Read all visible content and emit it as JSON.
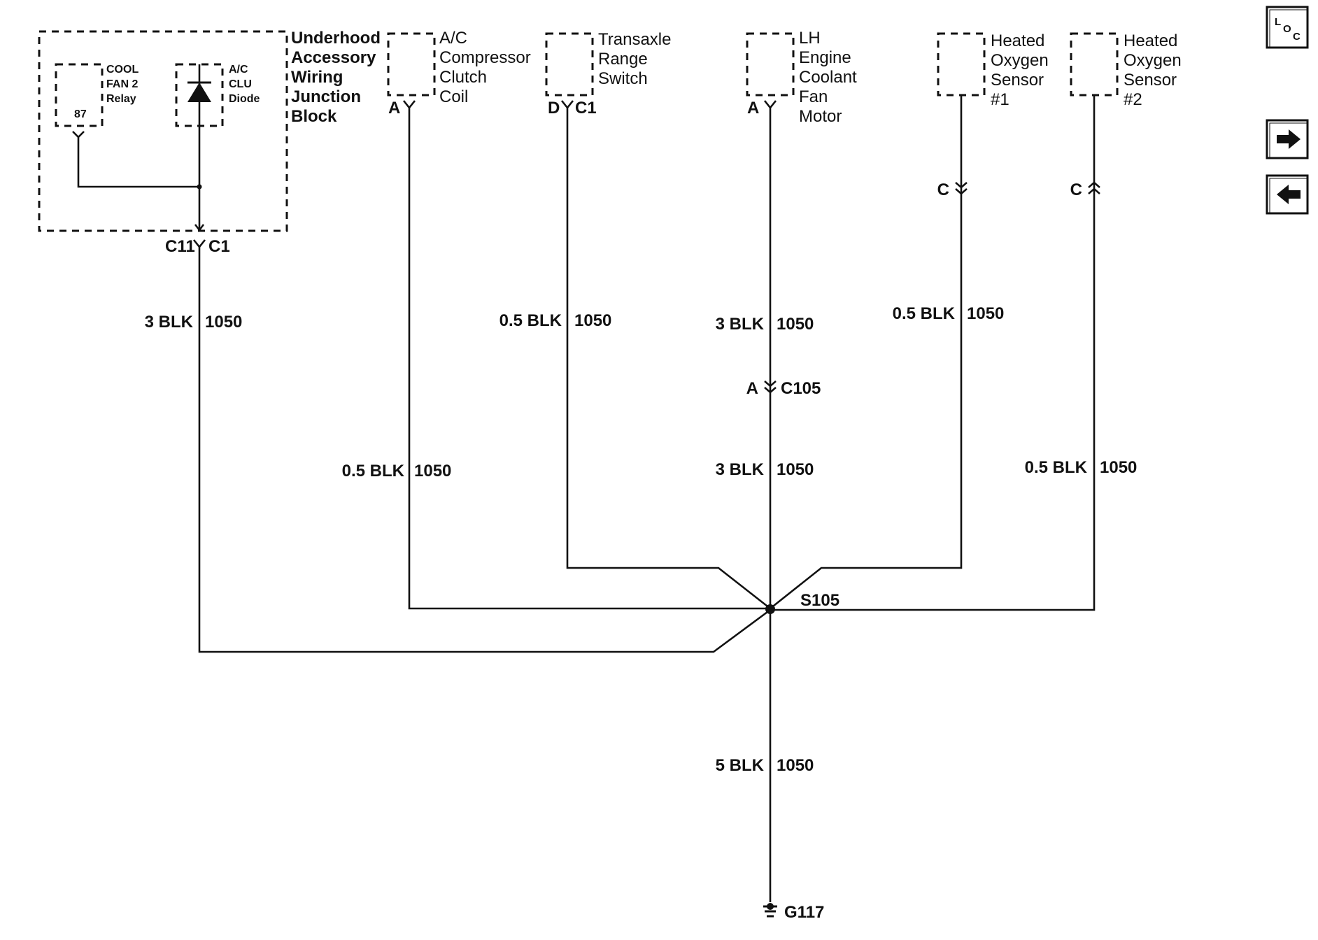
{
  "components": {
    "junction_block": [
      "Underhood",
      "Accessory",
      "Wiring",
      "Junction",
      "Block"
    ],
    "cool_fan_relay": [
      "COOL",
      "FAN 2",
      "Relay"
    ],
    "relay_pin": "87",
    "clu_diode": [
      "A/C",
      "CLU",
      "Diode"
    ],
    "ac_clutch": [
      "A/C",
      "Compressor",
      "Clutch",
      "Coil"
    ],
    "transaxle_switch": [
      "Transaxle",
      "Range",
      "Switch"
    ],
    "fan_motor": [
      "LH",
      "Engine",
      "Coolant",
      "Fan",
      "Motor"
    ],
    "o2_sensor_1": [
      "Heated",
      "Oxygen",
      "Sensor",
      "#1"
    ],
    "o2_sensor_2": [
      "Heated",
      "Oxygen",
      "Sensor",
      "#2"
    ]
  },
  "connectors": {
    "jb_left": "C11",
    "jb_right": "C1",
    "ac_clutch_pin": "A",
    "transaxle_pin": "D",
    "transaxle_conn": "C1",
    "fan_motor_pin": "A",
    "c105_pin": "A",
    "c105": "C105",
    "o2_1_pin": "C",
    "o2_2_pin": "C"
  },
  "wires": {
    "w_jb": {
      "gauge": "3 BLK",
      "circuit": "1050"
    },
    "w_ac_clutch": {
      "gauge": "0.5 BLK",
      "circuit": "1050"
    },
    "w_transaxle": {
      "gauge": "0.5 BLK",
      "circuit": "1050"
    },
    "w_fan_upper": {
      "gauge": "3 BLK",
      "circuit": "1050"
    },
    "w_fan_lower": {
      "gauge": "3 BLK",
      "circuit": "1050"
    },
    "w_o2_1": {
      "gauge": "0.5 BLK",
      "circuit": "1050"
    },
    "w_o2_2": {
      "gauge": "0.5 BLK",
      "circuit": "1050"
    },
    "w_ground": {
      "gauge": "5 BLK",
      "circuit": "1050"
    }
  },
  "splice": "S105",
  "ground": "G117",
  "nav": {
    "loc_icon": "loc-icon",
    "next_icon": "arrow-right-icon",
    "prev_icon": "arrow-left-icon"
  }
}
